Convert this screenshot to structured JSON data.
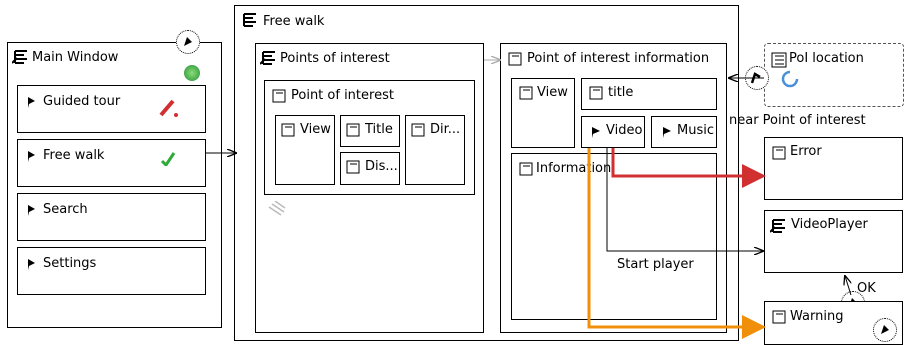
{
  "main_window": {
    "title": "Main Window",
    "items": [
      {
        "label": "Guided tour"
      },
      {
        "label": "Free walk"
      },
      {
        "label": "Search"
      },
      {
        "label": "Settings"
      }
    ]
  },
  "free_walk": {
    "title": "Free walk",
    "points": {
      "title": "Points of interest",
      "poi": {
        "title": "Point of interest",
        "view": "View",
        "title_field": "Title",
        "dis": "Dis...",
        "dir": "Dir..."
      }
    },
    "info": {
      "title": "Point of interest information",
      "view": "View",
      "title_field": "title",
      "video": "Video",
      "music": "Music",
      "information": "Information",
      "start_player": "Start player"
    }
  },
  "poi_location": {
    "title": "PoI location",
    "edge_label": "near Point of interest"
  },
  "error": {
    "title": "Error"
  },
  "video_player": {
    "title": "VideoPlayer",
    "ok_label": "OK"
  },
  "warning": {
    "title": "Warning"
  },
  "colors": {
    "error_edge": "#d03030",
    "warning_edge": "#f0900a",
    "ok_dot": "#4caf50"
  }
}
